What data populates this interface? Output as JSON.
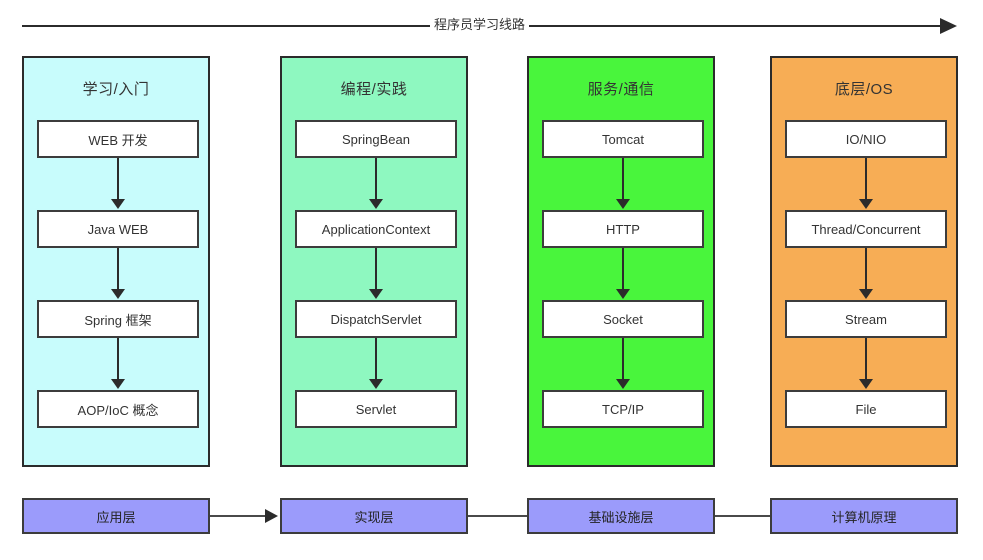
{
  "top_flow": {
    "label": "程序员学习线路",
    "arrow_direction": "right"
  },
  "columns": [
    {
      "title": "学习/入门",
      "color": "#c8fcfc",
      "nodes": [
        "WEB 开发",
        "Java WEB",
        "Spring 框架",
        "AOP/IoC 概念"
      ]
    },
    {
      "title": "编程/实践",
      "color": "#8ef8c0",
      "nodes": [
        "SpringBean",
        "ApplicationContext",
        "DispatchServlet",
        "Servlet"
      ]
    },
    {
      "title": "服务/通信",
      "color": "#49f53c",
      "nodes": [
        "Tomcat",
        "HTTP",
        "Socket",
        "TCP/IP"
      ]
    },
    {
      "title": "底层/OS",
      "color": "#f7ad55",
      "nodes": [
        "IO/NIO",
        "Thread/Concurrent",
        "Stream",
        "File"
      ]
    }
  ],
  "layers": {
    "color": "#9b9bfb",
    "items": [
      "应用层",
      "实现层",
      "基础设施层",
      "计算机原理"
    ],
    "connectors": [
      {
        "arrowhead": true
      },
      {
        "arrowhead": false
      },
      {
        "arrowhead": false
      }
    ]
  }
}
